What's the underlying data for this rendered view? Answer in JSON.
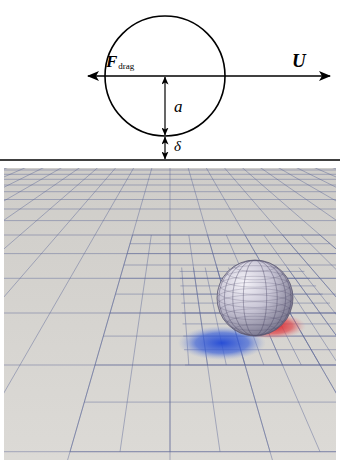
{
  "diagram": {
    "labels": [
      "F",
      "drag",
      "U",
      "a",
      "δ"
    ]
  }
}
